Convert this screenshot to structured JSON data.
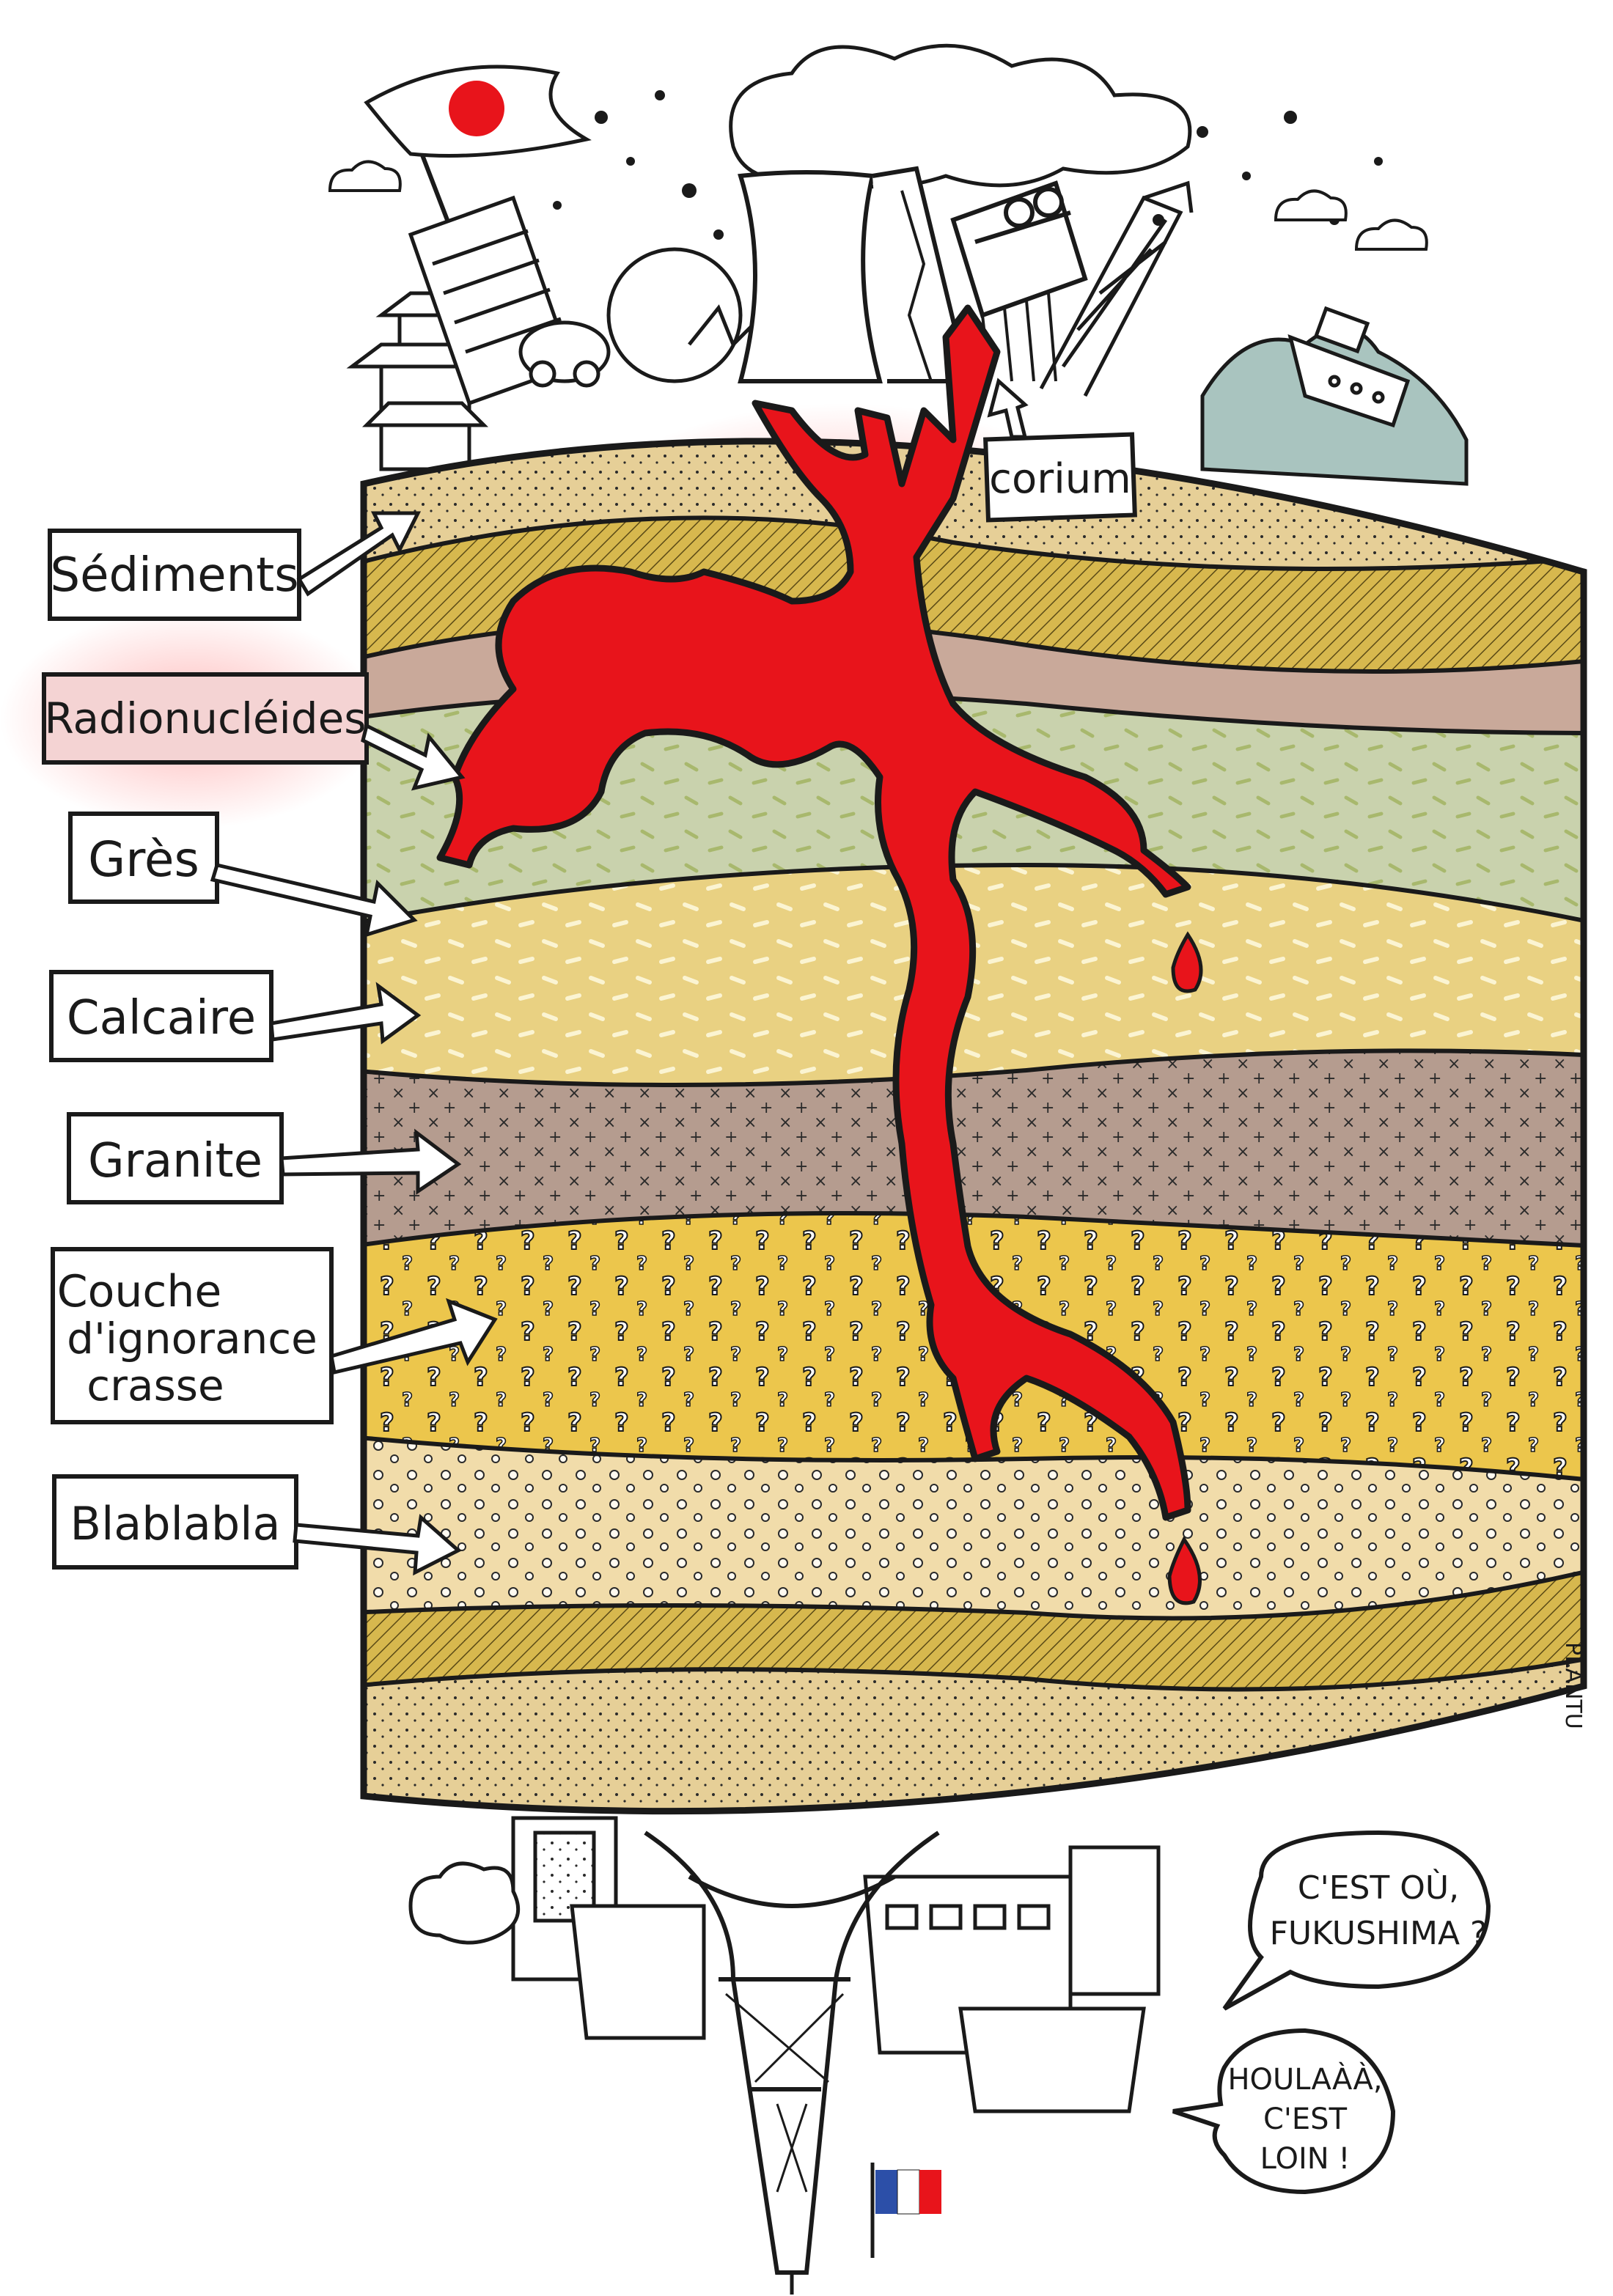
{
  "labels": {
    "sediments": "Sédiments",
    "radionucleides": "Radionucléides",
    "gres": "Grès",
    "calcaire": "Calcaire",
    "granite": "Granite",
    "couche_line1": "Couche",
    "couche_line2": "d'ignorance",
    "couche_line3": "crasse",
    "blablabla": "Blablabla",
    "corium": "corium"
  },
  "bubbles": {
    "bubble1_line1": "C'EST OÙ,",
    "bubble1_line2": "FUKUSHIMA ?",
    "bubble2_line1": "HOULAÀÀ,",
    "bubble2_line2": "C'EST",
    "bubble2_line3": "LOIN !"
  },
  "signature": "PLANTU",
  "colors": {
    "corium": "#e8141b",
    "glow": "#ff6b6b",
    "sediment": "#e6cf97",
    "hatch": "#c9a94a",
    "mauve": "#c9a99a",
    "gres": "#c9d2ad",
    "calcaire": "#e9d182",
    "granite": "#b59c8f",
    "ignorance": "#ecc64c",
    "blabla": "#f1dcaa",
    "flag_japan": "#e8141b",
    "flag_france_blue": "#2c4fa8",
    "flag_france_red": "#e8141b"
  },
  "icons": {
    "japan_flag": "japan-flag-icon",
    "france_flag": "france-flag-icon",
    "eiffel_tower": "eiffel-tower-icon",
    "power_plant": "nuclear-plant-icon",
    "question_marks": "question-mark-icon"
  }
}
